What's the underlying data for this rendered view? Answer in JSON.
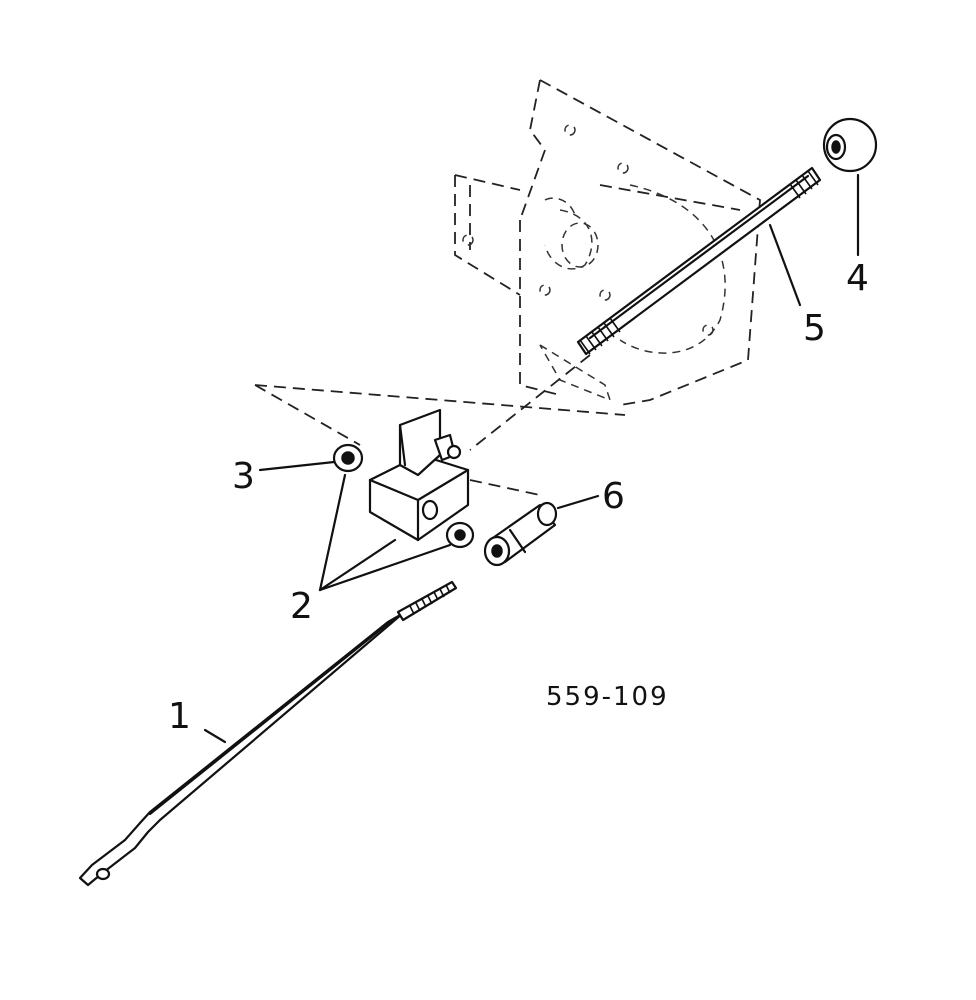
{
  "diagram": {
    "figure_number": "559-109",
    "callouts": [
      {
        "id": "1",
        "label": "1"
      },
      {
        "id": "2",
        "label": "2"
      },
      {
        "id": "3",
        "label": "3"
      },
      {
        "id": "4",
        "label": "4"
      },
      {
        "id": "5",
        "label": "5"
      },
      {
        "id": "6",
        "label": "6"
      }
    ]
  }
}
